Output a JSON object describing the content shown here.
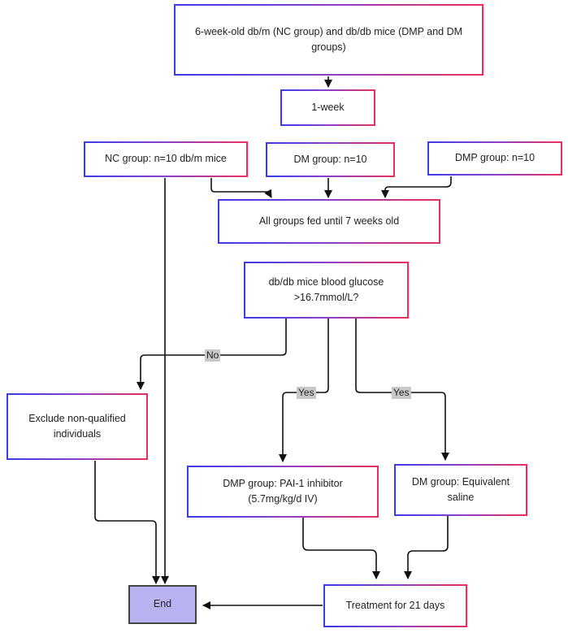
{
  "nodes": {
    "start": "6-week-old db/m (NC group) and db/db mice (DMP and DM groups)",
    "week": "1-week",
    "nc": "NC group: n=10 db/m mice",
    "dm_n": "DM group: n=10",
    "dmp_n": "DMP group: n=10",
    "fed": "All groups fed until 7 weeks old",
    "glucose": "db/db mice blood glucose >16.7mmol/L?",
    "exclude": "Exclude non-qualified individuals",
    "dmp_treat": "DMP group: PAI-1 inhibitor (5.7mg/kg/d IV)",
    "dm_treat": "DM group: Equivalent saline",
    "treatment": "Treatment for 21 days",
    "end": "End"
  },
  "edges": {
    "no": "No",
    "yes_left": "Yes",
    "yes_right": "Yes"
  },
  "colors": {
    "border_start": "#3b3be8",
    "border_end": "#e8305a",
    "end_fill": "#b9b3f2",
    "label_bg": "#c8c8c8",
    "line": "#111111"
  }
}
